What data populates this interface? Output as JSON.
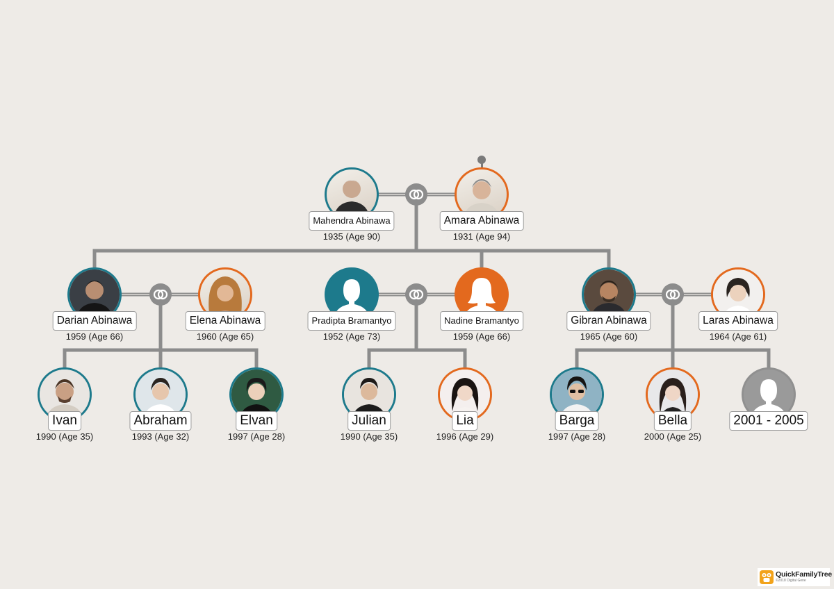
{
  "colors": {
    "background": "#EEEBE7",
    "male": "#1D7A8C",
    "female": "#E3691E",
    "unknown": "#909090",
    "connector": "#8C8C8C"
  },
  "people": {
    "mahendra": {
      "name": "Mahendra Abinawa",
      "dates": "1935 (Age 90)",
      "gender": "male",
      "avatar": "photo"
    },
    "amara": {
      "name": "Amara Abinawa",
      "dates": "1931 (Age 94)",
      "gender": "female",
      "avatar": "photo"
    },
    "darian": {
      "name": "Darian Abinawa",
      "dates": "1959 (Age 66)",
      "gender": "male",
      "avatar": "photo"
    },
    "elena": {
      "name": "Elena Abinawa",
      "dates": "1960 (Age 65)",
      "gender": "female",
      "avatar": "photo"
    },
    "pradipta": {
      "name": "Pradipta Bramantyo",
      "dates": "1952 (Age 73)",
      "gender": "male",
      "avatar": "silhouette"
    },
    "nadine": {
      "name": "Nadine Bramantyo",
      "dates": "1959 (Age 66)",
      "gender": "female",
      "avatar": "silhouette"
    },
    "gibran": {
      "name": "Gibran Abinawa",
      "dates": "1965 (Age 60)",
      "gender": "male",
      "avatar": "photo"
    },
    "laras": {
      "name": "Laras Abinawa",
      "dates": "1964 (Age 61)",
      "gender": "female",
      "avatar": "photo"
    },
    "ivan": {
      "name": "Ivan",
      "dates": "1990 (Age 35)",
      "gender": "male",
      "avatar": "photo"
    },
    "abraham": {
      "name": "Abraham",
      "dates": "1993 (Age 32)",
      "gender": "male",
      "avatar": "photo"
    },
    "elvan": {
      "name": "Elvan",
      "dates": "1997 (Age 28)",
      "gender": "male",
      "avatar": "photo"
    },
    "julian": {
      "name": "Julian",
      "dates": "1990 (Age 35)",
      "gender": "male",
      "avatar": "photo"
    },
    "lia": {
      "name": "Lia",
      "dates": "1996 (Age 29)",
      "gender": "female",
      "avatar": "photo"
    },
    "barga": {
      "name": "Barga",
      "dates": "1997 (Age 28)",
      "gender": "male",
      "avatar": "photo"
    },
    "bella": {
      "name": "Bella",
      "dates": "2000 (Age 25)",
      "gender": "female",
      "avatar": "photo"
    },
    "unknown_child": {
      "name": "2001 - 2005",
      "dates": "",
      "gender": "unknown",
      "avatar": "silhouette"
    }
  },
  "logo": {
    "title": "QuickFamilyTree",
    "subtitle": "©2018 Digital Gene"
  }
}
